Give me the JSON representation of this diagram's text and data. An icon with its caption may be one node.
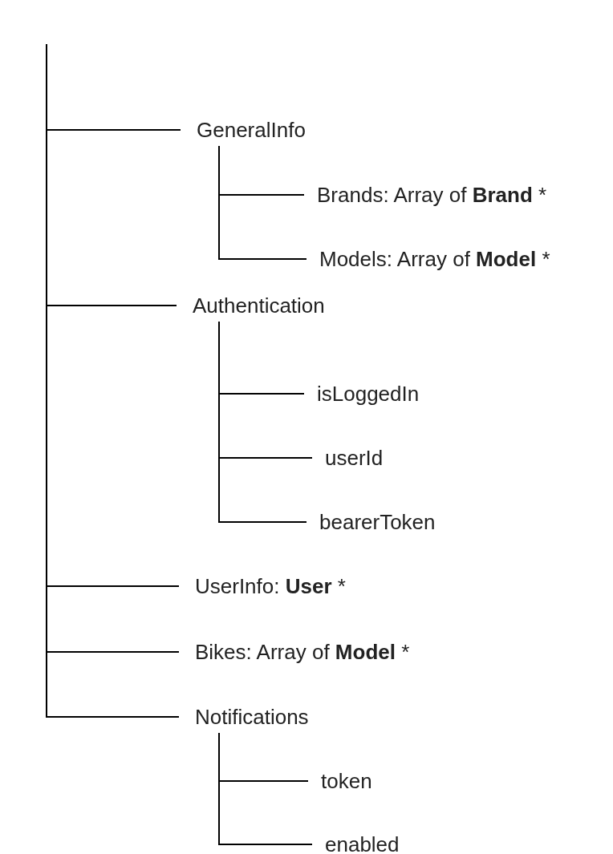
{
  "diagram": {
    "nodes": [
      {
        "text": [
          "GeneralInfo"
        ]
      },
      {
        "text": [
          "Brands: Array of **Brand** *"
        ]
      },
      {
        "text": [
          "Models: Array of **Model** *"
        ]
      },
      {
        "text": [
          "Authentication"
        ]
      },
      {
        "text": [
          "isLoggedIn"
        ]
      },
      {
        "text": [
          "userId"
        ]
      },
      {
        "text": [
          "bearerToken"
        ]
      },
      {
        "text": [
          "UserInfo: **User** *"
        ]
      },
      {
        "text": [
          "Bikes: Array of **Model** *"
        ]
      },
      {
        "text": [
          "Notifications"
        ]
      },
      {
        "text": [
          "token"
        ]
      },
      {
        "text": [
          "enabled"
        ]
      }
    ],
    "edges": [
      {
        "from": null,
        "to": 0,
        "arrow": "none"
      },
      {
        "from": 0,
        "to": 1,
        "arrow": "none"
      },
      {
        "from": 0,
        "to": 2,
        "arrow": "none"
      },
      {
        "from": null,
        "to": 3,
        "arrow": "none"
      },
      {
        "from": 3,
        "to": 4,
        "arrow": "none"
      },
      {
        "from": 3,
        "to": 5,
        "arrow": "none"
      },
      {
        "from": 3,
        "to": 6,
        "arrow": "none"
      },
      {
        "from": null,
        "to": 7,
        "arrow": "none"
      },
      {
        "from": null,
        "to": 8,
        "arrow": "none"
      },
      {
        "from": null,
        "to": 9,
        "arrow": "none"
      },
      {
        "from": 9,
        "to": 10,
        "arrow": "none"
      },
      {
        "from": 9,
        "to": 11,
        "arrow": "none"
      }
    ]
  }
}
